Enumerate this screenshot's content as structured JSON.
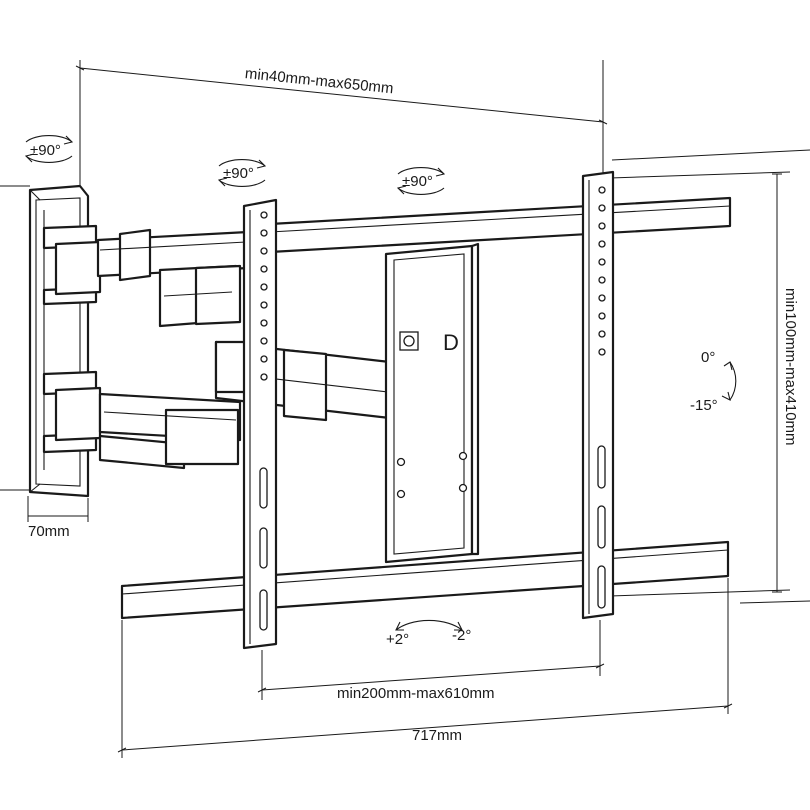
{
  "labels": {
    "arm_span": "min40mm-max650mm",
    "wall_depth": "70mm",
    "vesa_height": "min100mm-max410mm",
    "vesa_width": "min200mm-max610mm",
    "total_width": "717mm",
    "swivel_wall": "±90°",
    "swivel_elbow": "±90°",
    "swivel_head": "±90°",
    "tilt_top": "0°",
    "tilt_bottom": "-15°",
    "level_left": "+2°",
    "level_right": "-2°",
    "bracket_letter": "D"
  }
}
